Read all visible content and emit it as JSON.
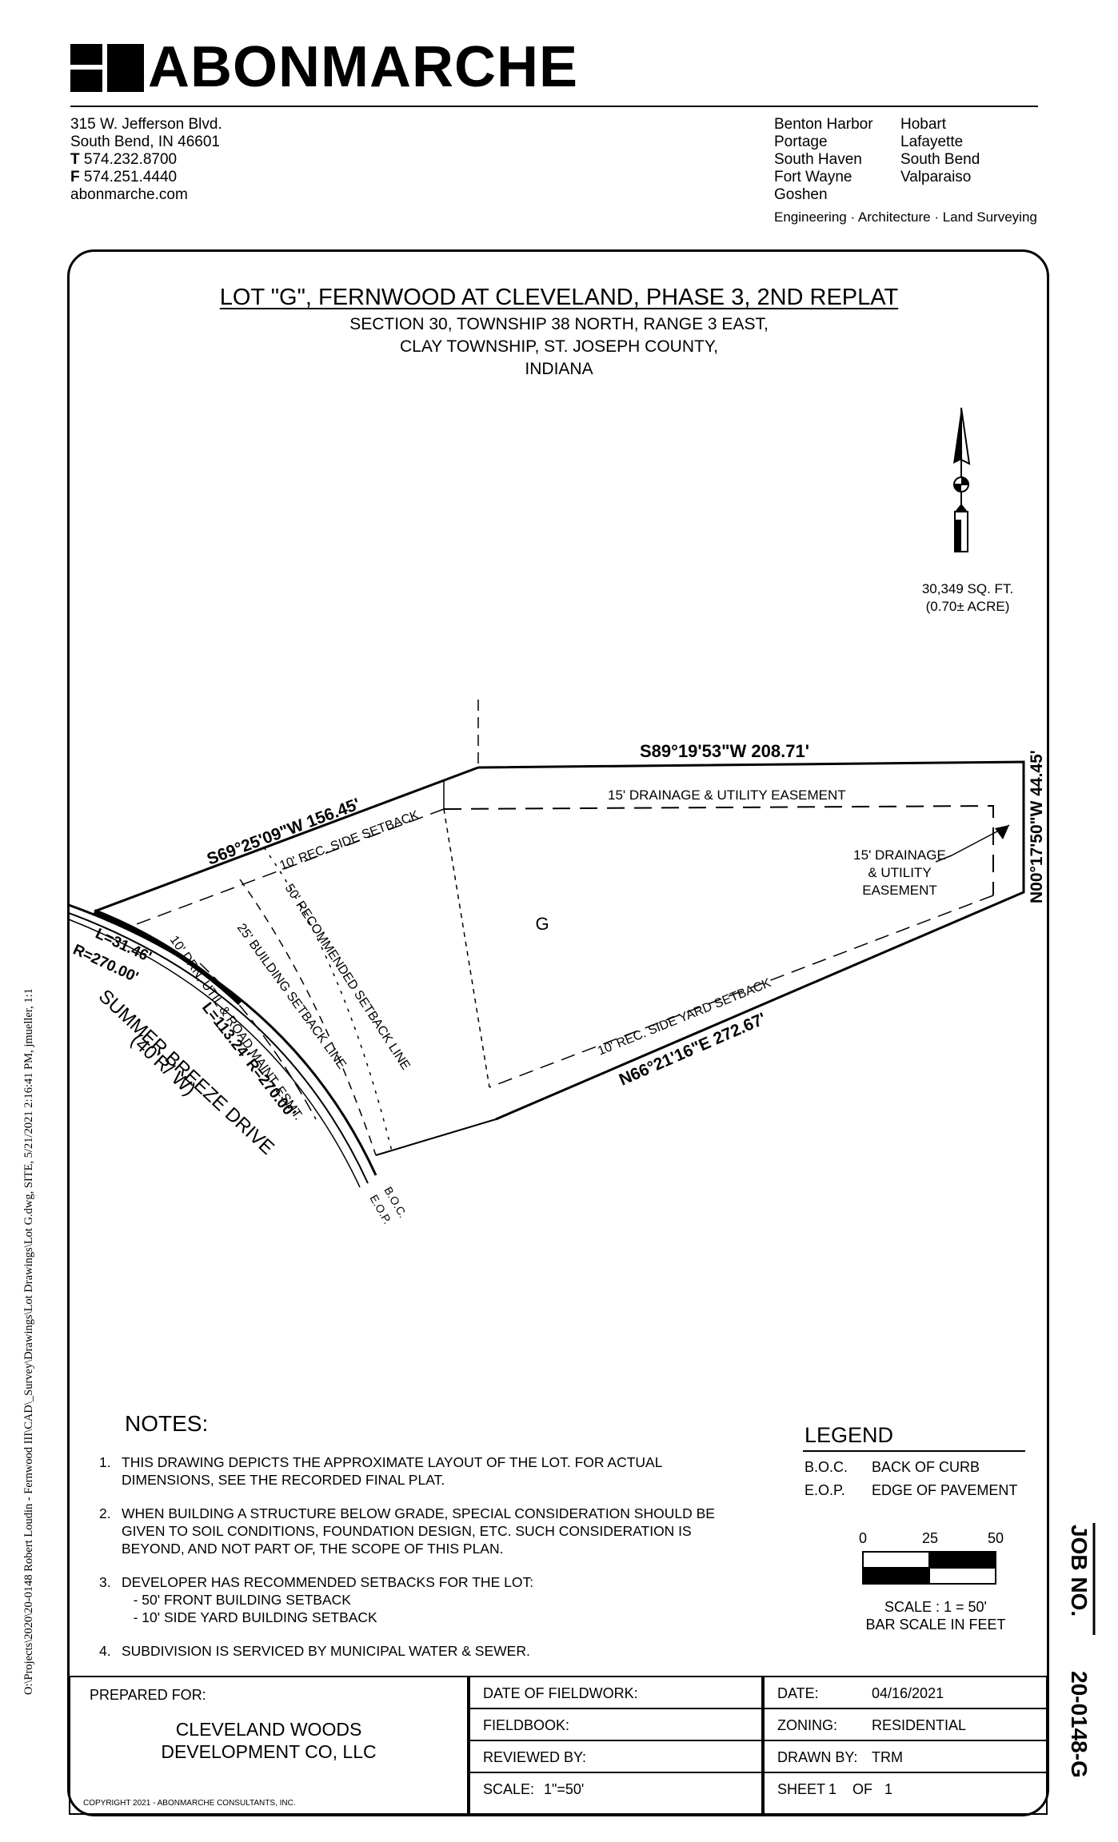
{
  "header": {
    "company": "ABONMARCHE",
    "address": [
      "315 W. Jefferson Blvd.",
      "South Bend, IN 46601"
    ],
    "phone_label": "T",
    "phone": "574.232.8700",
    "fax_label": "F",
    "fax": "574.251.4440",
    "website": "abonmarche.com",
    "offices_col1": [
      "Benton Harbor",
      "Portage",
      "South Haven",
      "Fort Wayne",
      "Goshen"
    ],
    "offices_col2": [
      "Hobart",
      "Lafayette",
      "South Bend",
      "Valparaiso"
    ],
    "tagline": "Engineering · Architecture · Land Surveying"
  },
  "title": {
    "main": "LOT \"G\",  FERNWOOD AT CLEVELAND, PHASE 3, 2ND REPLAT",
    "line2": "SECTION 30, TOWNSHIP 38 NORTH, RANGE 3 EAST,",
    "line3": "CLAY TOWNSHIP, ST. JOSEPH COUNTY,",
    "line4": "INDIANA"
  },
  "area": {
    "sqft": "30,349 SQ. FT.",
    "acre": "(0.70± ACRE)"
  },
  "plot": {
    "lot_label": "G",
    "north_line": "S89°19'53\"W   208.71'",
    "east_line": "N00°17'50\"W   44.45'",
    "northwest_line": "S69°25'09\"W   156.45'",
    "south_line": "N66°21'16\"E   272.67'",
    "drainage_easement_top": "15' DRAINAGE & UTILITY EASEMENT",
    "drainage_easement_callout": [
      "15' DRAINAGE",
      "& UTILITY",
      "EASEMENT"
    ],
    "side_setback_nw": "10' REC. SIDE SETBACK",
    "side_yard_setback_s": "10' REC. SIDE YARD SETBACK",
    "recommended_setback": "50' RECOMMENDED SETBACK LINE",
    "building_setback": "25' BUILDING SETBACK LINE",
    "drn_esmt": "10' DRN, UTIL & ROAD MAINT. ESMT.",
    "curve1": [
      "L=31.46'",
      "R=270.00'"
    ],
    "curve2": "L=113.24' R=270.00'",
    "street": [
      "SUMMER BREEZE DRIVE",
      "(40'R/ W)"
    ],
    "boc": "B.O.C.",
    "eop": "E.O.P."
  },
  "notes": {
    "heading": "NOTES:",
    "items": [
      {
        "num": "1.",
        "lines": [
          "THIS DRAWING DEPICTS THE APPROXIMATE LAYOUT OF THE LOT.  FOR ACTUAL",
          "DIMENSIONS, SEE THE RECORDED FINAL PLAT."
        ]
      },
      {
        "num": "2.",
        "lines": [
          "WHEN BUILDING A STRUCTURE BELOW GRADE, SPECIAL CONSIDERATION SHOULD BE",
          "GIVEN TO SOIL CONDITIONS, FOUNDATION DESIGN, ETC.  SUCH CONSIDERATION IS",
          "BEYOND, AND NOT PART OF, THE SCOPE OF THIS PLAN."
        ]
      },
      {
        "num": "3.",
        "lines": [
          "DEVELOPER HAS RECOMMENDED SETBACKS FOR THE LOT:",
          "   - 50' FRONT BUILDING SETBACK",
          "   - 10' SIDE YARD BUILDING SETBACK"
        ]
      },
      {
        "num": "4.",
        "lines": [
          "SUBDIVISION IS SERVICED BY MUNICIPAL WATER & SEWER."
        ]
      }
    ]
  },
  "legend": {
    "heading": "LEGEND",
    "items": [
      {
        "abbr": "B.O.C.",
        "desc": "BACK OF CURB"
      },
      {
        "abbr": "E.O.P.",
        "desc": "EDGE OF PAVEMENT"
      }
    ],
    "scale_ticks": [
      "0",
      "25",
      "50"
    ],
    "scale_text": "SCALE : 1 = 50'",
    "bar_scale_text": "BAR SCALE IN FEET"
  },
  "titleblock": {
    "prepared_for_label": "PREPARED FOR:",
    "client": [
      "CLEVELAND WOODS",
      "DEVELOPMENT CO, LLC"
    ],
    "copyright": "COPYRIGHT 2021 - ABONMARCHE CONSULTANTS, INC.",
    "date_of_fieldwork_label": "DATE OF FIELDWORK:",
    "fieldbook_label": "FIELDBOOK:",
    "reviewed_by_label": "REVIEWED BY:",
    "scale_label": "SCALE:",
    "scale_value": "1\"=50'",
    "date_label": "DATE:",
    "date_value": "04/16/2021",
    "zoning_label": "ZONING:",
    "zoning_value": "RESIDENTIAL",
    "drawn_by_label": "DRAWN BY:",
    "drawn_by_value": "TRM",
    "sheet_label": "SHEET",
    "sheet_num": "1",
    "sheet_of": "OF",
    "sheet_total": "1"
  },
  "job": {
    "label": "JOB NO.",
    "number": "20-0148-G"
  },
  "filepath": "O:\\Projects\\2020\\20-0148 Robert Loudin - Fernwood III\\CAD\\_Survey\\Drawings\\Lot Drawings\\Lot G.dwg, SITE, 5/21/2021 2:16:41 PM, jmueller, 1:1"
}
